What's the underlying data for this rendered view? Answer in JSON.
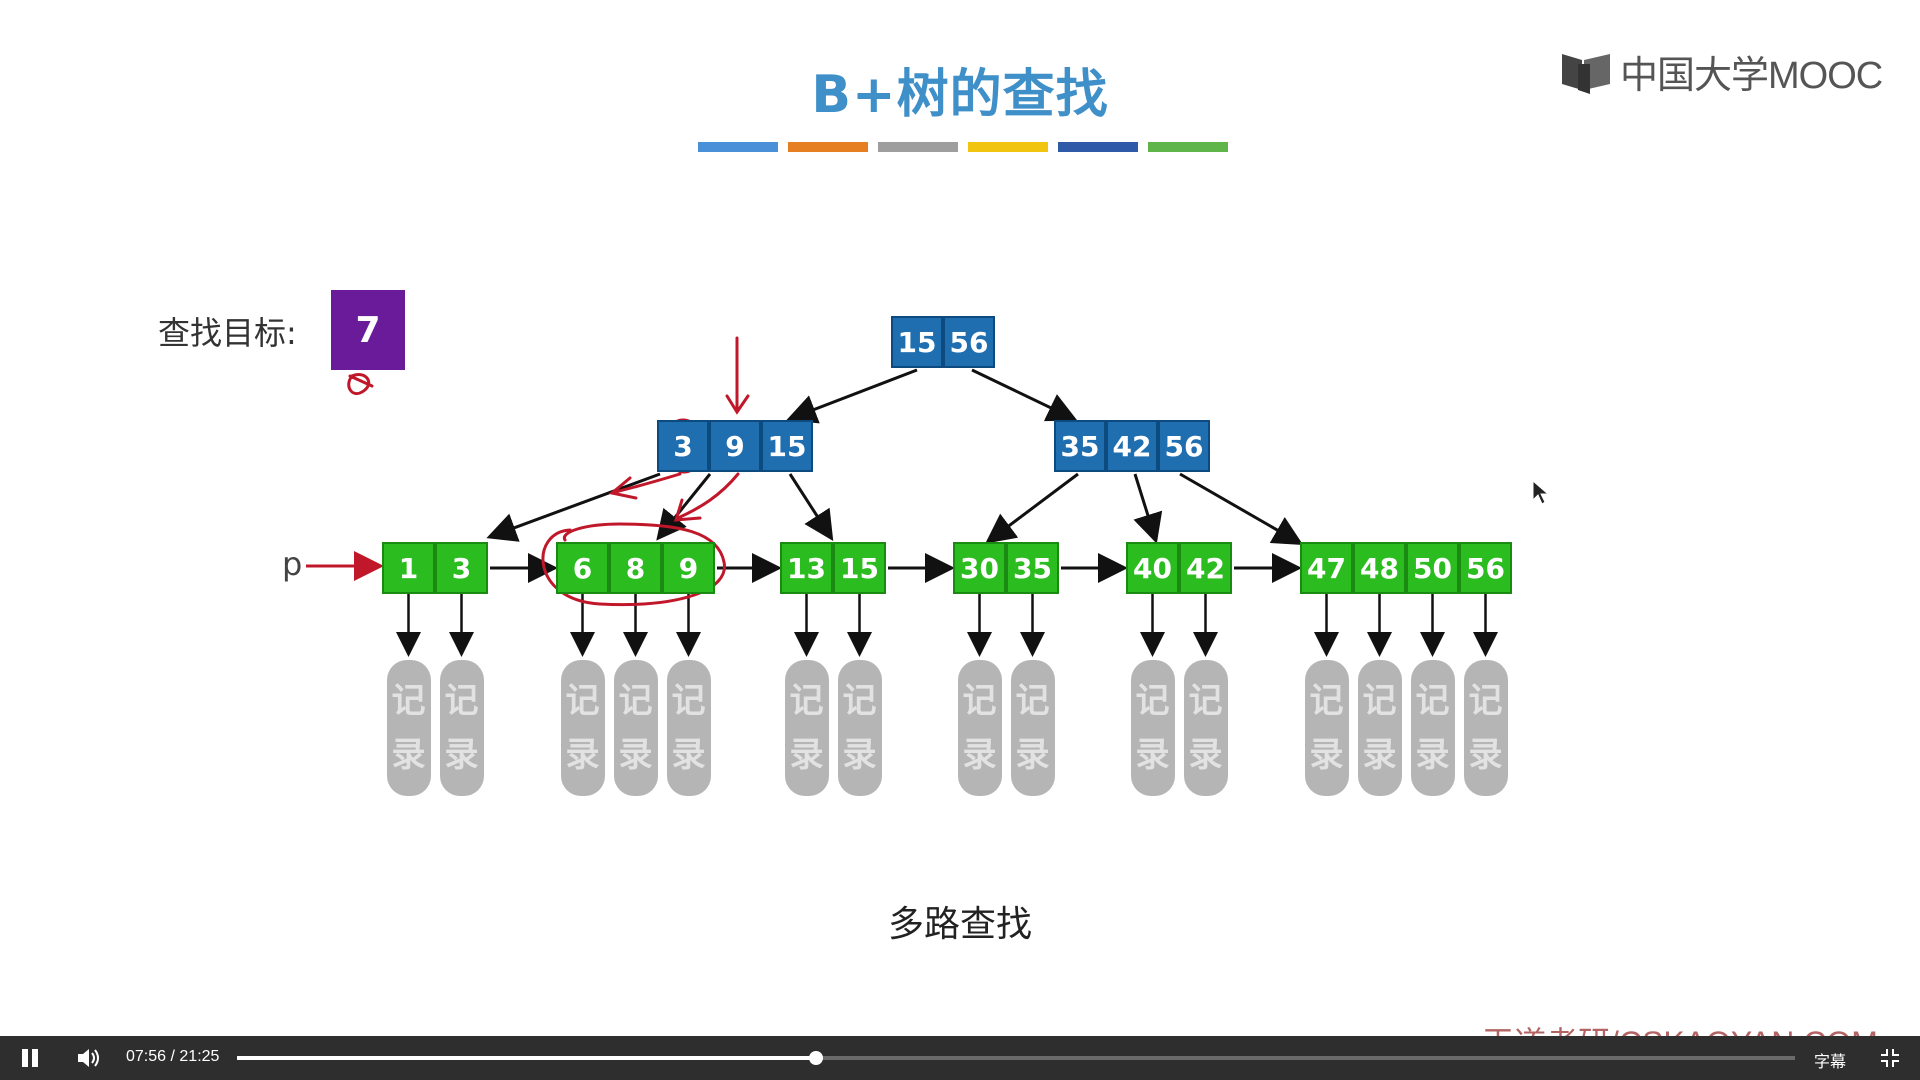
{
  "slide": {
    "title": "B+树的查找",
    "color_bar": [
      "#4a90d9",
      "#e67e22",
      "#9e9e9e",
      "#f1c40f",
      "#2e5aa8",
      "#5fb54a"
    ],
    "logo_text": "中国大学MOOC",
    "target_label": "查找目标:",
    "target_value": "7",
    "pointer_label": "p",
    "caption": "多路查找",
    "watermark": "王道考研/CSKAOYAN.COM"
  },
  "tree": {
    "root": [
      "15",
      "56"
    ],
    "level1": [
      [
        "3",
        "9",
        "15"
      ],
      [
        "35",
        "42",
        "56"
      ]
    ],
    "leaves": [
      [
        "1",
        "3"
      ],
      [
        "6",
        "8",
        "9"
      ],
      [
        "13",
        "15"
      ],
      [
        "30",
        "35"
      ],
      [
        "40",
        "42"
      ],
      [
        "47",
        "48",
        "50",
        "56"
      ]
    ],
    "record_text": [
      "记",
      "录"
    ],
    "colors": {
      "internal": "#1f6eb0",
      "leaf": "#2bbd1f",
      "record": "#b5b5b5",
      "annotation": "#c0182a"
    }
  },
  "player": {
    "current_time": "07:56",
    "separator": "/",
    "total_time": "21:25",
    "progress_fraction": 0.3714,
    "subtitle_label": "字幕",
    "icons": [
      "pause-icon",
      "volume-icon",
      "fullscreen-exit-icon"
    ]
  }
}
